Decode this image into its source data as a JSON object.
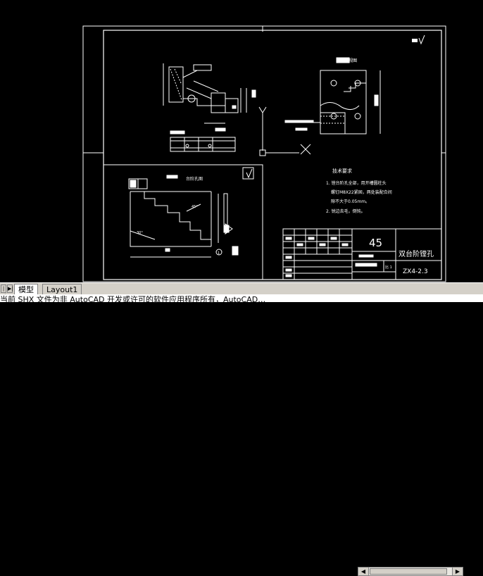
{
  "drawing": {
    "title_block": {
      "part_name": "双台阶镗孔",
      "scale_number": "45",
      "drawing_number": "ZX4-2.3",
      "small_label": "比 1"
    },
    "notes": {
      "heading": "技术要求",
      "lines": [
        "1. 镗台阶孔全部，用开槽圆柱头",
        "螺钉M8X22紧固，两处装配合间",
        "隙不大于0.05mm。",
        "2. 锐边去毛，倒钝。"
      ]
    },
    "view_labels": {
      "side_view": "A向视图",
      "detail_view": "台阶孔图",
      "callout": "1"
    },
    "dimensions": {
      "angle1": "45°",
      "angle2": "30°"
    }
  },
  "tabs": {
    "model": "模型",
    "layout1": "Layout1"
  },
  "command_line": "当前 SHX 文件为非 AutoCAD 开发或许可的软件应用程序所有，AutoCAD…"
}
